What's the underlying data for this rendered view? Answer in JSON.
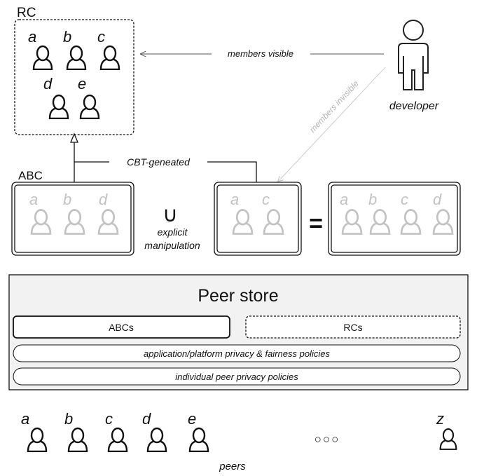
{
  "rc_box": {
    "title": "RC",
    "members": [
      "a",
      "b",
      "c",
      "d",
      "e"
    ]
  },
  "developer": {
    "label": "developer"
  },
  "arrows": {
    "members_visible": "members visible",
    "members_invisible": "members invisible",
    "cbt_generated": "CBT-geneated"
  },
  "abc_box": {
    "title": "ABC",
    "members": [
      "a",
      "b",
      "d"
    ]
  },
  "union": {
    "symbol": "∪",
    "line1": "explicit",
    "line2": "manipulation"
  },
  "manual_box": {
    "members": [
      "a",
      "c"
    ]
  },
  "equals": "=",
  "result_box": {
    "members": [
      "a",
      "b",
      "c",
      "d"
    ]
  },
  "peer_store": {
    "title": "Peer store",
    "abcs_label": "ABCs",
    "rcs_label": "RCs",
    "policy1": "application/platform privacy & fairness policies",
    "policy2": "individual peer privacy policies"
  },
  "peers": {
    "members": [
      "a",
      "b",
      "c",
      "d",
      "e"
    ],
    "ellipsis": "○○○",
    "last": "z",
    "label": "peers"
  }
}
